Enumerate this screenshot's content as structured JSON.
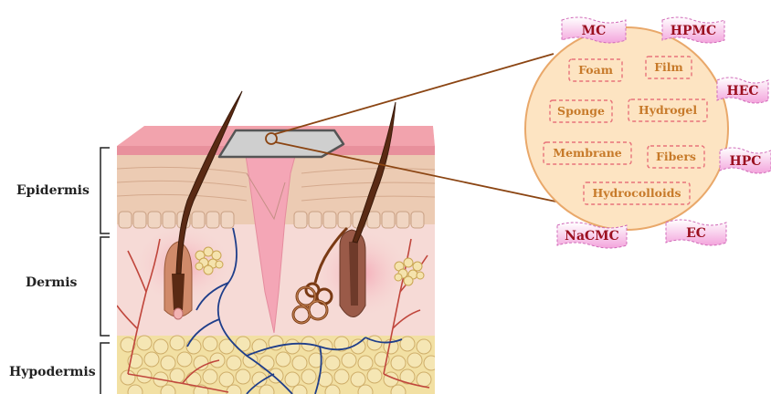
{
  "layers": {
    "epidermis": "Epidermis",
    "dermis": "Dermis",
    "hypodermis": "Hypodermis"
  },
  "dressing_forms": [
    "Foam",
    "Film",
    "Sponge",
    "Hydrogel",
    "Membrane",
    "Fibers",
    "Hydrocolloids"
  ],
  "cellulose_derivatives": [
    "MC",
    "HPMC",
    "HEC",
    "HPC",
    "NaCMC",
    "EC"
  ],
  "colors": {
    "skin_top": "#f2a3ad",
    "epidermis": "#eccbb3",
    "dermis": "#f6dad6",
    "fat": "#f2e0a3",
    "wound": "#f4a6b6",
    "dressing": "#cfcfcf",
    "circle_fill": "#fde4c2",
    "circle_stroke": "#e9a86a",
    "flag_text": "#9b1020",
    "form_text": "#c77a2a",
    "form_border": "#e8737b",
    "leader_line": "#8b4513"
  }
}
